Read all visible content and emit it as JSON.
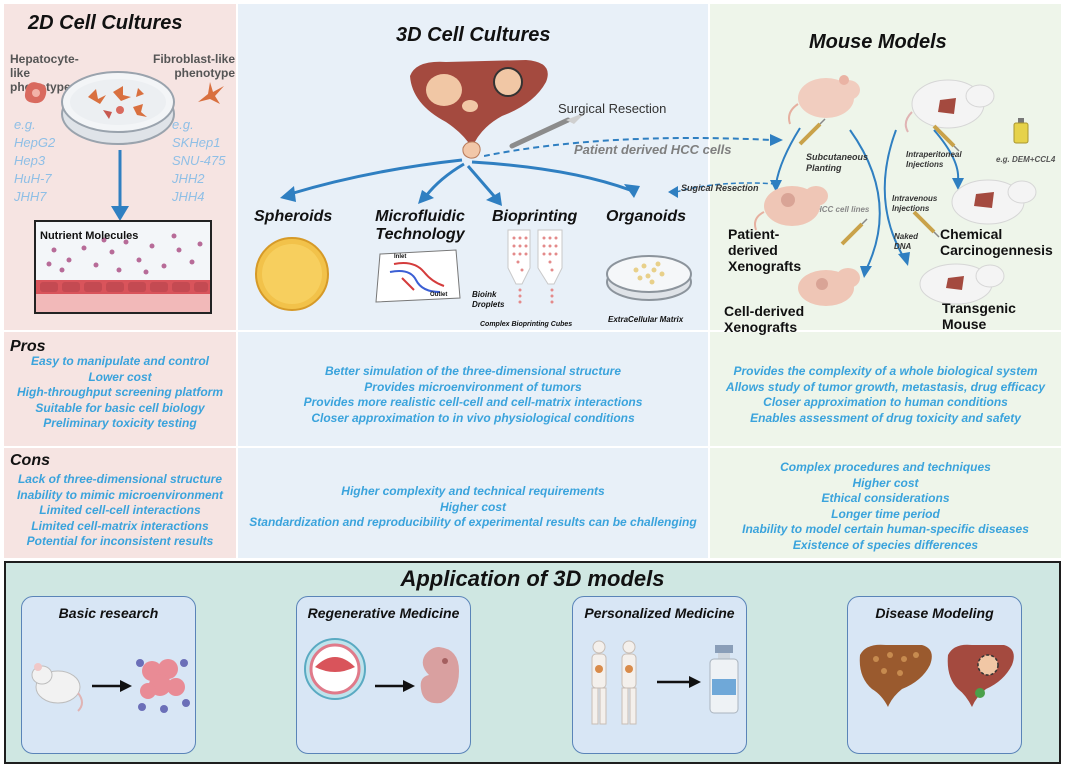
{
  "headers": {
    "cult2d": "2D Cell Cultures",
    "cult3d": "3D Cell Cultures",
    "mouse": "Mouse Models"
  },
  "cult2d": {
    "hepatocyte_label": "Hepatocyte-like phenotype",
    "fibroblast_label": "Fibroblast-like phenotype",
    "hep_examples": [
      "e.g.",
      "HepG2",
      "Hep3",
      "HuH-7",
      "JHH7"
    ],
    "fib_examples": [
      "e.g.",
      "SKHep1",
      "SNU-475",
      "JHH2",
      "JHH4"
    ],
    "nutrient_label": "Nutrient Molecules"
  },
  "cult3d": {
    "surgical_resection": "Surgical Resection",
    "patient_cells": "Patient derived  HCC cells",
    "spheroids": "Spheroids",
    "microfluidic": "Microfluidic Technology",
    "bioprinting": "Bioprinting",
    "organoids": "Organoids",
    "chip_inlet": "Inlet",
    "chip_outlet": "Outlet",
    "bioink": "Bioink Droplets",
    "cubes": "Complex Bioprinting Cubes",
    "ecm": "ExtraCellular Matrix"
  },
  "mouse": {
    "sugical_resection": "Sugical Resection",
    "subcutaneous": "Subcutaneous Planting",
    "hcc_lines": "HCC cell lines",
    "intraperitoneal": "Intraperitoneal Injections",
    "eg_dem": "e.g. DEM+CCL4",
    "intravenous": "Intravenous Injections",
    "naked_dna": "Naked DNA",
    "pdx": "Patient-derived Xenografts",
    "cdx": "Cell-derived Xenografts",
    "chemical": "Chemical Carcinogennesis",
    "transgenic": "Transgenic Mouse"
  },
  "pros": {
    "heading": "Pros",
    "cult2d": [
      "Easy to manipulate and control",
      "Lower cost",
      "High-throughput screening platform",
      "Suitable for basic cell biology",
      "Preliminary toxicity testing"
    ],
    "cult3d": [
      "Better simulation of the three-dimensional structure",
      "Provides microenvironment of tumors",
      "Provides more realistic cell-cell and cell-matrix interactions",
      "Closer approximation to in vivo physiological conditions"
    ],
    "mouse": [
      "Provides the complexity of a whole biological system",
      "Allows study of tumor growth, metastasis, drug efficacy",
      "Closer approximation to human conditions",
      "Enables assessment of drug toxicity and safety"
    ]
  },
  "cons": {
    "heading": "Cons",
    "cult2d": [
      "Lack of three-dimensional structure",
      "Inability to mimic microenvironment",
      "Limited cell-cell interactions",
      "Limited cell-matrix interactions",
      "Potential for inconsistent results"
    ],
    "cult3d": [
      "Higher complexity and technical requirements",
      "Higher cost",
      "Standardization and reproducibility of experimental results can be challenging"
    ],
    "mouse": [
      "Complex procedures and techniques",
      "Higher cost",
      "Ethical considerations",
      "Longer time period",
      "Inability to model certain human-specific diseases",
      "Existence of species differences"
    ]
  },
  "application": {
    "title": "Application of 3D models",
    "boxes": [
      "Basic research",
      "Regenerative Medicine",
      "Personalized Medicine",
      "Disease Modeling"
    ]
  },
  "colors": {
    "accent_text": "#3aa3dc",
    "arrow": "#2f7fc1",
    "panel_2d": "#f6e4e2",
    "panel_3d": "#e8f0f8",
    "panel_mouse": "#eef5ea",
    "application_bg": "#cfe7e2"
  }
}
